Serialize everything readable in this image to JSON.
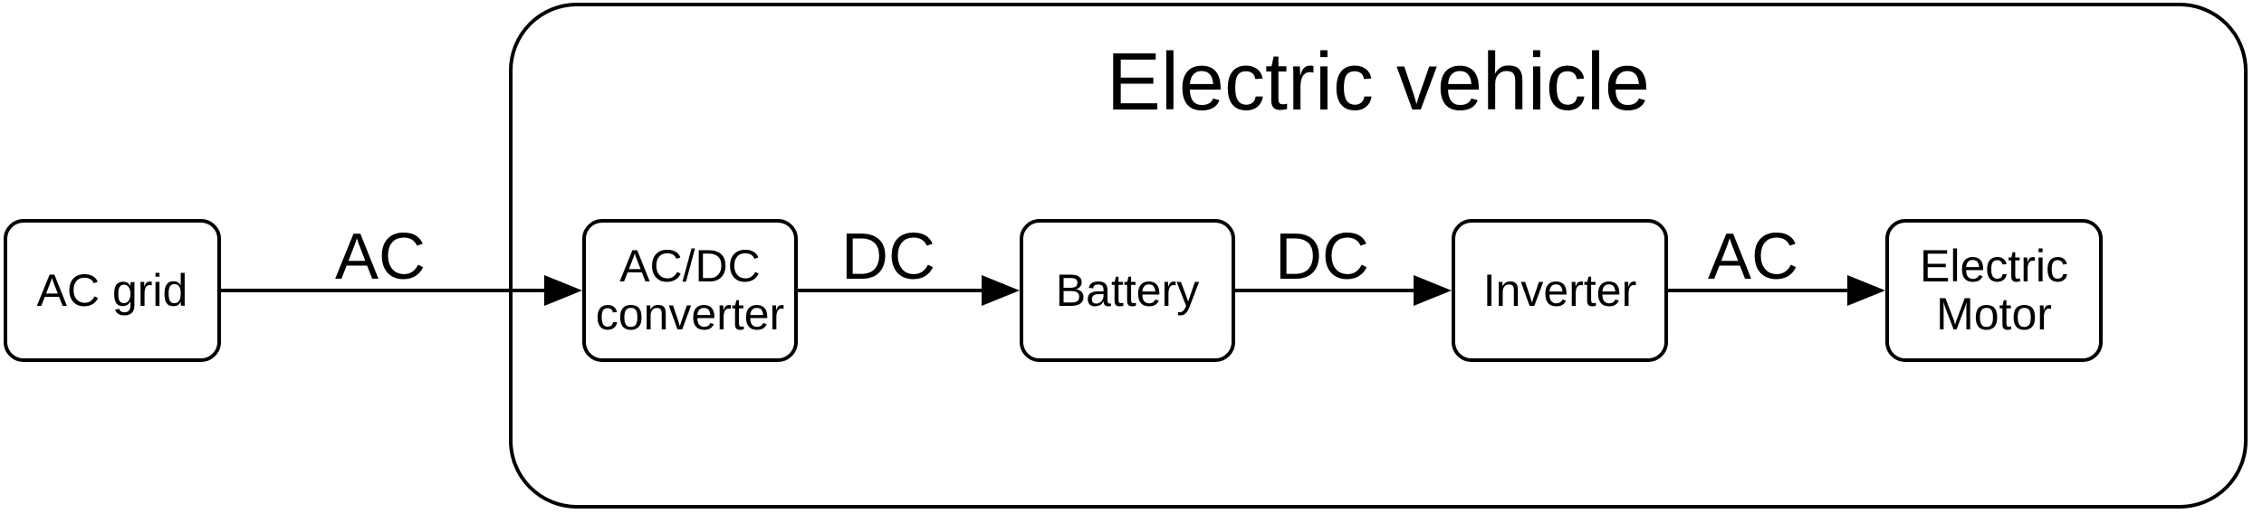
{
  "diagram": {
    "type": "block-flow-diagram",
    "title": "Electric vehicle",
    "colors": {
      "stroke": "#000000",
      "background": "#ffffff",
      "text": "#000000"
    },
    "nodes": [
      {
        "id": "ac-grid",
        "label": "AC grid",
        "lines": [
          "AC grid"
        ],
        "inside_vehicle": false
      },
      {
        "id": "acdc-converter",
        "label": "AC/DC converter",
        "lines": [
          "AC/DC",
          "converter"
        ],
        "inside_vehicle": true
      },
      {
        "id": "battery",
        "label": "Battery",
        "lines": [
          "Battery"
        ],
        "inside_vehicle": true
      },
      {
        "id": "inverter",
        "label": "Inverter",
        "lines": [
          "Inverter"
        ],
        "inside_vehicle": true
      },
      {
        "id": "electric-motor",
        "label": "Electric Motor",
        "lines": [
          "Electric",
          "Motor"
        ],
        "inside_vehicle": true
      }
    ],
    "edges": [
      {
        "from": "ac-grid",
        "to": "acdc-converter",
        "label": "AC"
      },
      {
        "from": "acdc-converter",
        "to": "battery",
        "label": "DC"
      },
      {
        "from": "battery",
        "to": "inverter",
        "label": "DC"
      },
      {
        "from": "inverter",
        "to": "electric-motor",
        "label": "AC"
      }
    ]
  }
}
